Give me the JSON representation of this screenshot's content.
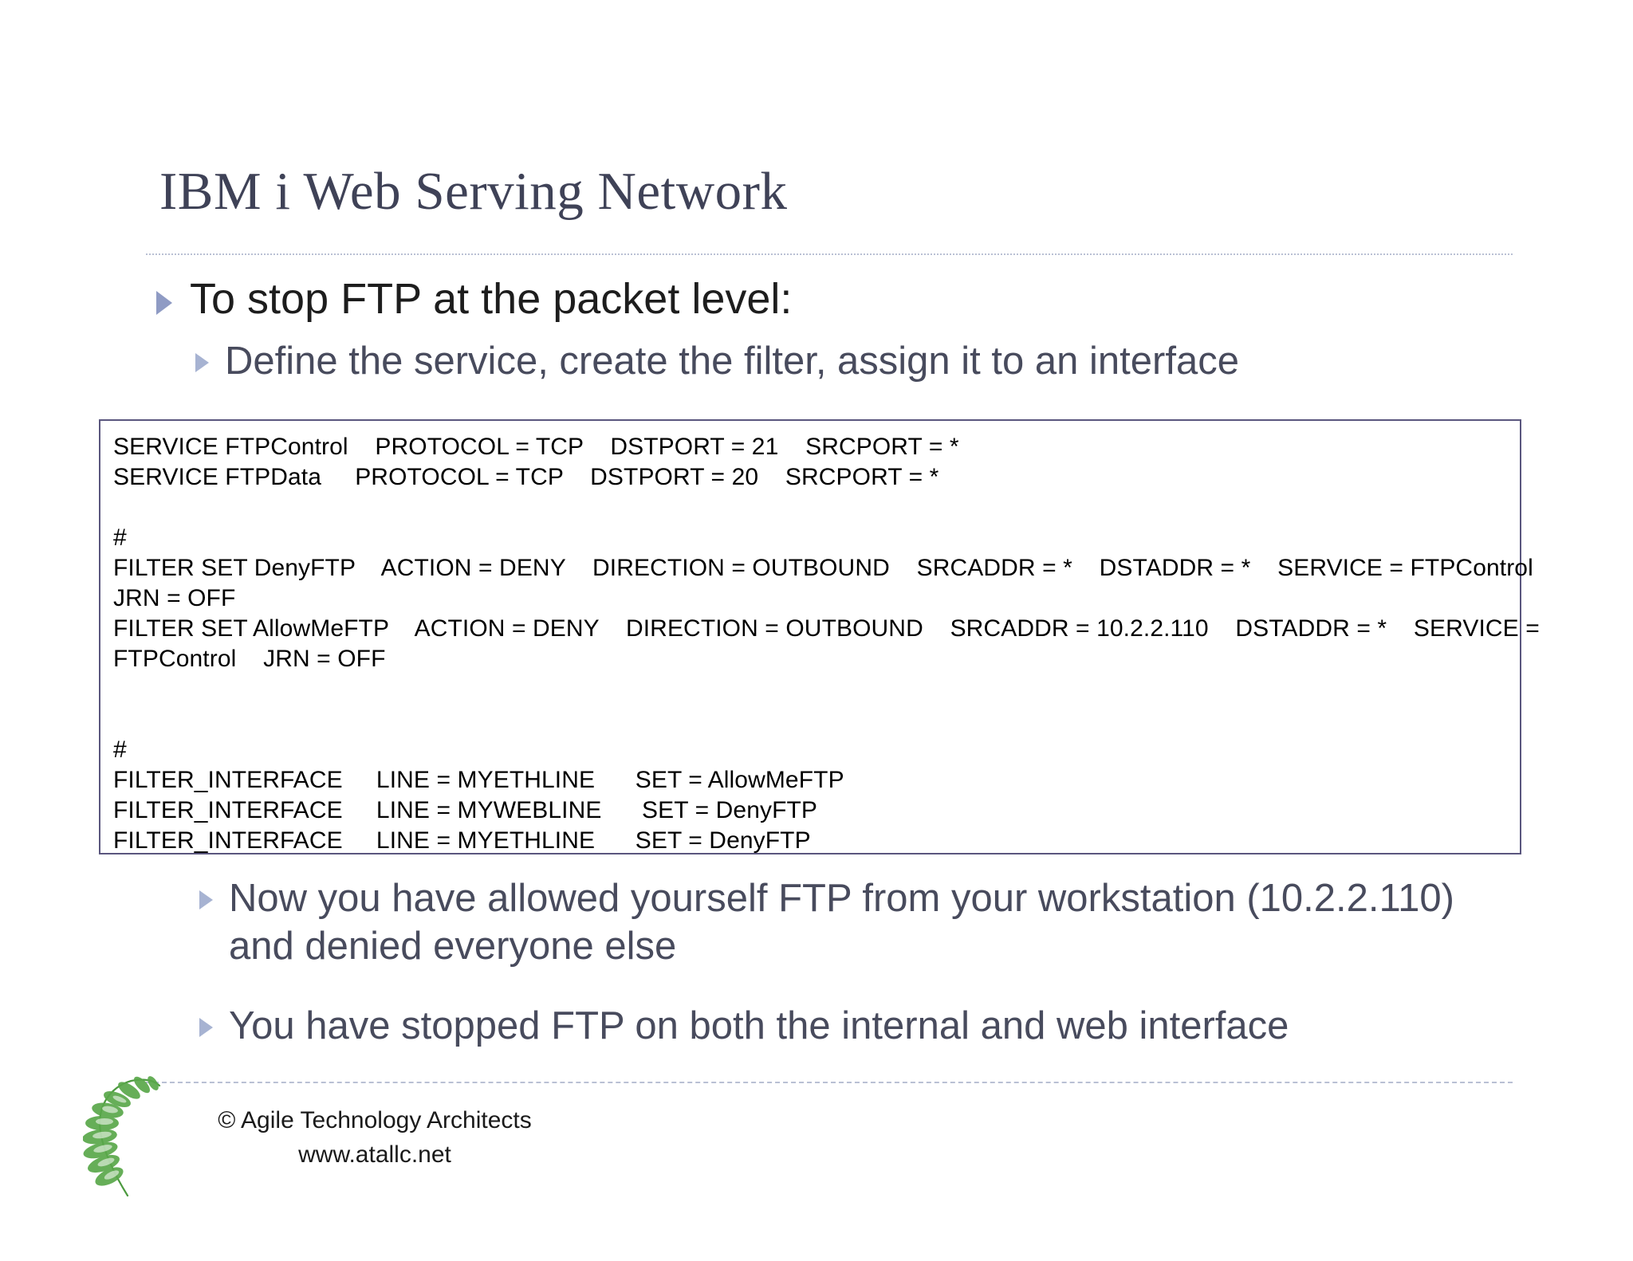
{
  "slide": {
    "title": "IBM i Web Serving Network",
    "bullets": [
      {
        "level": 1,
        "text": "To stop FTP at the packet level:"
      },
      {
        "level": 2,
        "text": "Define the service, create the filter, assign it to an interface"
      },
      {
        "level": 2,
        "text": "Now you have allowed yourself FTP from your workstation (10.2.2.110) and denied everyone else"
      },
      {
        "level": 2,
        "text": "You have stopped FTP on both the internal and web interface"
      }
    ],
    "code_block": {
      "lines": [
        "SERVICE FTPControl    PROTOCOL = TCP    DSTPORT = 21    SRCPORT = *",
        "SERVICE FTPData     PROTOCOL = TCP    DSTPORT = 20    SRCPORT = *",
        "",
        "#",
        "FILTER SET DenyFTP    ACTION = DENY    DIRECTION = OUTBOUND    SRCADDR = *    DSTADDR = *    SERVICE = FTPControl",
        "JRN = OFF",
        "FILTER SET AllowMeFTP    ACTION = DENY    DIRECTION = OUTBOUND    SRCADDR = 10.2.2.110    DSTADDR = *    SERVICE =",
        "FTPControl    JRN = OFF",
        "",
        "",
        "#",
        "FILTER_INTERFACE     LINE = MYETHLINE      SET = AllowMeFTP",
        "FILTER_INTERFACE     LINE = MYWEBLINE      SET = DenyFTP",
        "FILTER_INTERFACE     LINE = MYETHLINE      SET = DenyFTP"
      ]
    },
    "footer": {
      "copyright": "© Agile Technology Architects",
      "website": "www.atallc.net",
      "logo_name": "fern-leaf-logo"
    },
    "colors": {
      "title": "#3f4257",
      "bullet_level1": "#1d1d1d",
      "bullet_level2": "#484b5d",
      "bullet_marker": "#8f9bc4",
      "code_border": "#5a567e",
      "rule": "#b9c0d4",
      "logo_green": "#4c9a3f"
    }
  }
}
